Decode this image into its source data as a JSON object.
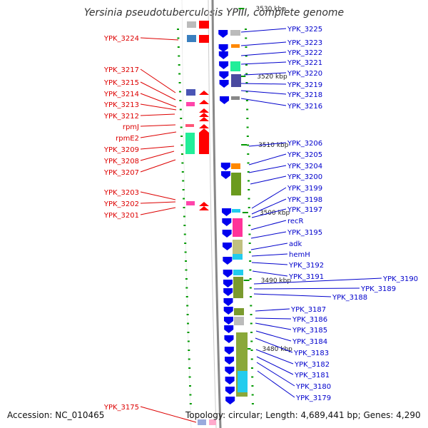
{
  "title": "Yersinia pseudotuberculosis YPIII, complete genome",
  "accession": "Accession: NC_010465",
  "topology": "Topology: circular; Length: 4,689,441 bp; Genes: 4,290",
  "colors": {
    "left_label": "#dd0000",
    "right_label": "#0000cc",
    "plus_arrow": "#ff0000",
    "minus_arrow": "#0000ee",
    "tick": "#009900"
  },
  "kbp_labels": [
    "3530 kbp",
    "3520 kbp",
    "3510 kbp",
    "3500 kbp",
    "3490 kbp",
    "3480 kbp"
  ],
  "left_labels": [
    "YPK_3224",
    "YPK_3217",
    "YPK_3215",
    "YPK_3214",
    "YPK_3213",
    "YPK_3212",
    "rpmJ",
    "rpmE2",
    "YPK_3209",
    "YPK_3208",
    "YPK_3207",
    "YPK_3203",
    "YPK_3202",
    "YPK_3201",
    "YPK_3175"
  ],
  "right_labels": [
    "YPK_3225",
    "YPK_3223",
    "YPK_3222",
    "YPK_3221",
    "YPK_3220",
    "YPK_3219",
    "YPK_3218",
    "YPK_3216",
    "YPK_3206",
    "YPK_3205",
    "YPK_3204",
    "YPK_3200",
    "YPK_3199",
    "YPK_3198",
    "YPK_3197",
    "recR",
    "YPK_3195",
    "adk",
    "hemH",
    "YPK_3192",
    "YPK_3191",
    "YPK_3190",
    "YPK_3189",
    "YPK_3188",
    "YPK_3187",
    "YPK_3186",
    "YPK_3185",
    "YPK_3184",
    "YPK_3183",
    "YPK_3182",
    "YPK_3181",
    "YPK_3180",
    "YPK_3179"
  ]
}
